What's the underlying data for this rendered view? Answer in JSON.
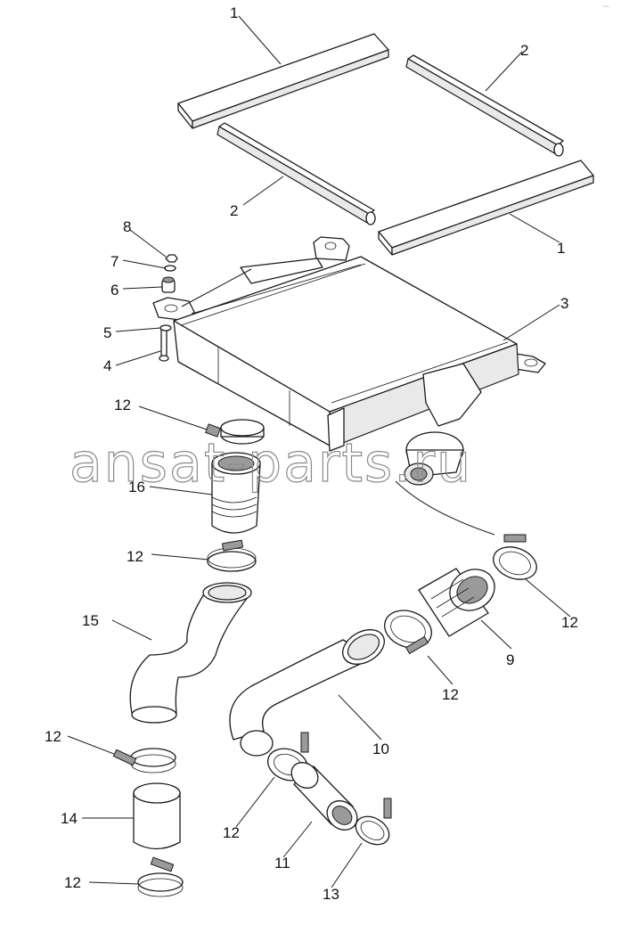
{
  "watermark": "ansat-parts.ru",
  "corner_mark": "~—",
  "callouts": {
    "c1a": "1",
    "c1b": "1",
    "c2a": "2",
    "c2b": "2",
    "c3": "3",
    "c4": "4",
    "c5": "5",
    "c6": "6",
    "c7": "7",
    "c8": "8",
    "c9": "9",
    "c10": "10",
    "c11": "11",
    "c12a": "12",
    "c12b": "12",
    "c12c": "12",
    "c12d": "12",
    "c12e": "12",
    "c12f": "12",
    "c12g": "12",
    "c13": "13",
    "c14": "14",
    "c15": "15",
    "c16": "16"
  }
}
